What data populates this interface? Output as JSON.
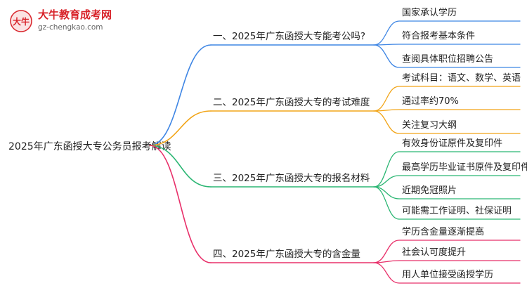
{
  "logo": {
    "brand": "大牛教育成考网",
    "url": "gz-chengkao.com",
    "mark": "大牛",
    "brand_color": "#d8232a",
    "url_color": "#666666"
  },
  "root": {
    "label": "2025年广东函授大专公务员报考解读"
  },
  "branches": [
    {
      "label": "一、2025年广东函授大专能考公吗?",
      "color": "#3f86e4",
      "children": [
        "国家承认学历",
        "符合报考基本条件",
        "查阅具体职位招聘公告"
      ]
    },
    {
      "label": "二、2025年广东函授大专的考试难度",
      "color": "#f2a518",
      "children": [
        "考试科目：语文、数学、英语",
        "通过率约70%",
        "关注复习大纲"
      ]
    },
    {
      "label": "三、2025年广东函授大专的报名材料",
      "color": "#2bb673",
      "children": [
        "有效身份证原件及复印件",
        "最高学历毕业证书原件及复印件",
        "近期免冠照片",
        "可能需工作证明、社保证明"
      ]
    },
    {
      "label": "四、2025年广东函授大专的含金量",
      "color": "#e8306a",
      "children": [
        "学历含金量逐渐提高",
        "社会认可度提升",
        "用人单位接受函授学历"
      ]
    }
  ]
}
